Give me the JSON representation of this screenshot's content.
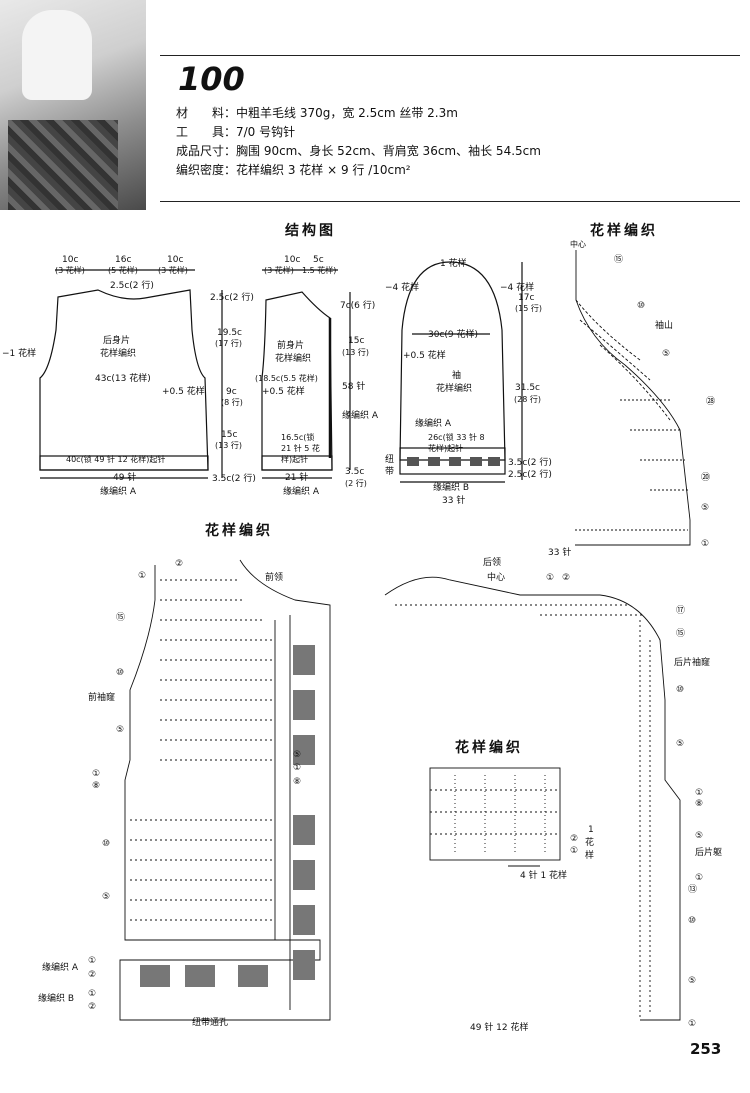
{
  "pattern_number": "100",
  "specs": {
    "material": "材　　料：中粗羊毛线 370g，宽 2.5cm 丝带 2.3m",
    "tools": "工　　具：7/0 号钩针",
    "size": "成品尺寸：胸围 90cm、身长 52cm、背肩宽 36cm、袖长 54.5cm",
    "gauge": "编织密度：花样编织  3 花样 × 9 行 /10cm²"
  },
  "titles": {
    "structure": "结构图",
    "pattern_right": "花样编织",
    "pattern_main": "花样编织",
    "pattern_swatch": "花样编织"
  },
  "back_piece": {
    "name1": "后身片",
    "name2": "花样编织",
    "top_left": "10c",
    "top_left_sub": "(3 花样)",
    "top_mid": "16c",
    "top_mid_sub": "(5 花样)",
    "top_right": "10c",
    "top_right_sub": "(3 花样)",
    "neck": "2.5c(2 行)",
    "side_dec": "−1 花样",
    "chest": "43c(13 花样)",
    "inc": "+0.5 花样",
    "start": "40c(锁 49 针 12 花样)起针",
    "bottom": "49 针",
    "border": "缘编织 A"
  },
  "front_piece": {
    "name1": "前身片",
    "name2": "花样编织",
    "top_left": "10c",
    "top_left_sub": "(3 花样)",
    "top_right": "5c",
    "top_right_sub": "1.5 花样)",
    "chest": "(18.5c(5.5 花样)",
    "inc": "+0.5 花样",
    "start1": "16.5c(锁",
    "start2": "21 针 5 花",
    "start3": "样)起针",
    "bottom": "21 针",
    "border": "缘编织 A",
    "border_side": "缘编织 A",
    "stitches58": "58 针",
    "d1": "2.5c(2 行)",
    "d2": "19.5c",
    "d2s": "(17 行)",
    "d3": "9c",
    "d3s": "(8 行)",
    "d4": "15c",
    "d4s": "(13 行)",
    "d5": "3.5c(2 行)",
    "d6": "7c(6 行)",
    "d7": "15c",
    "d7s": "(13 行)",
    "d8": "3.5c",
    "d8s": "(2 行)"
  },
  "sleeve": {
    "name1": "袖",
    "name2": "花样编织",
    "top": "1 花样",
    "left_dec": "−4 花样",
    "right_dec": "−4 花样",
    "width": "30c(9 花样)",
    "inc": "+0.5 花样",
    "border_a": "缘编织 A",
    "start1": "26c(锁 33 针 8",
    "start2": "花样)起针",
    "ribbon1": "纽",
    "ribbon2": "带",
    "border_b": "缘编织 B",
    "bottom": "33 针",
    "d1": "17c",
    "d1s": "(15 行)",
    "d2": "31.5c",
    "d2s": "(28 行)",
    "d3": "3.5c(2 行)",
    "d4": "2.5c(2 行)"
  },
  "chart_right": {
    "center": "中心",
    "cap": "袖山",
    "stitches": "33 针",
    "rows": [
      "⑮",
      "⑩",
      "⑤",
      "㉘",
      "⑳",
      "⑤",
      "①"
    ]
  },
  "chart_main": {
    "front_neck": "前领",
    "front_armhole": "前袖窿",
    "border_a": "缘编织 A",
    "border_b": "缘编织 B",
    "ribbon_hole": "纽带通孔",
    "rows_left": [
      "①",
      "②",
      "⑮",
      "⑩",
      "⑤",
      "①",
      "⑧",
      "⑩",
      "⑤",
      "①",
      "②",
      "①",
      "②"
    ],
    "rows_mid": [
      "⑤",
      "①",
      "⑧"
    ]
  },
  "chart_back": {
    "back_neck": "后领",
    "center": "中心",
    "back_armhole": "后片袖窿",
    "back_side": "后片躯",
    "stitches": "49 针 12 花样",
    "rows": [
      "①",
      "②",
      "⑰",
      "⑮",
      "⑩",
      "⑤",
      "①",
      "⑧",
      "⑤",
      "①",
      "⑬",
      "⑩",
      "⑤",
      "①"
    ]
  },
  "swatch": {
    "repeat": "4 针 1 花样",
    "one": "1",
    "hua": "花",
    "yang": "样",
    "r1": "②",
    "r2": "①"
  },
  "page_number": "253"
}
